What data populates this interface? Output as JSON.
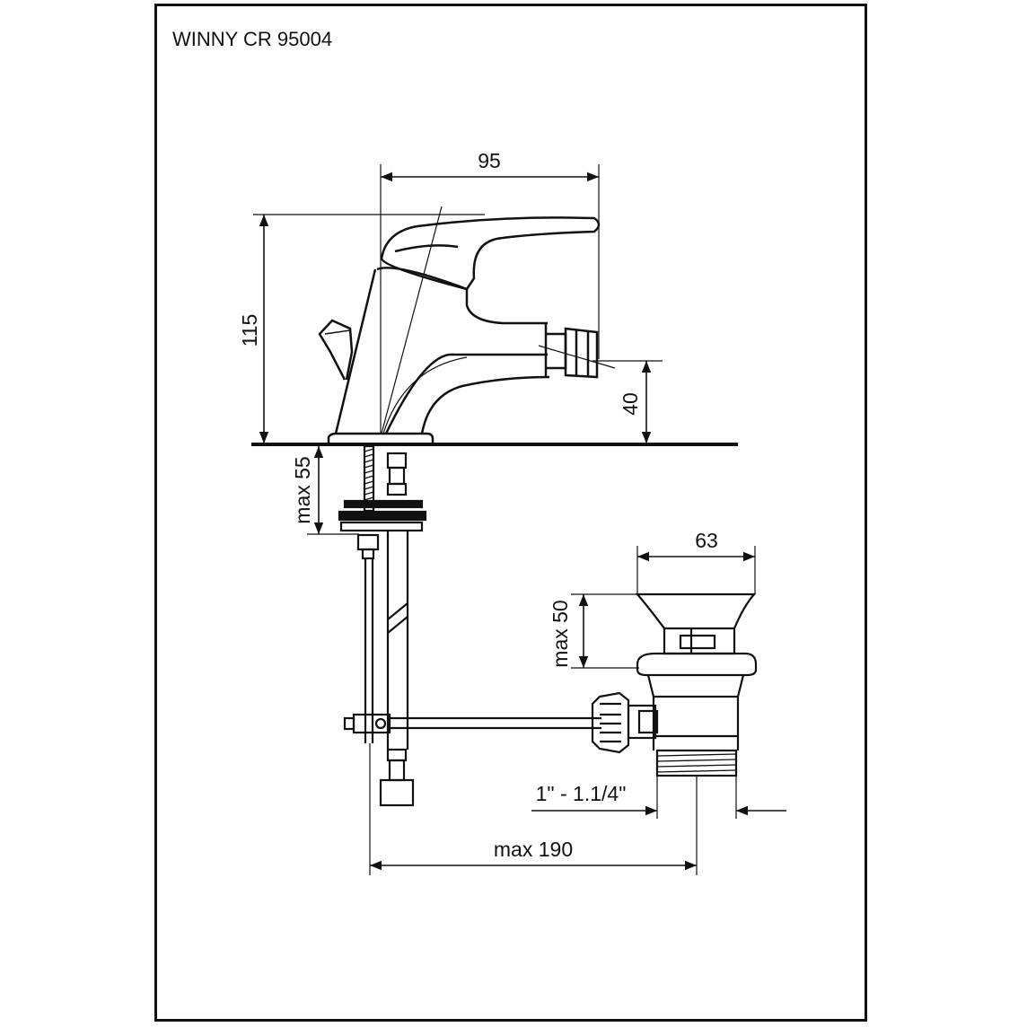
{
  "title": "WINNY CR 95004",
  "dimensions": {
    "width_top": "95",
    "height_total": "115",
    "spout_height": "40",
    "max_thickness": "max 55",
    "drain_width": "63",
    "drain_height": "max 50",
    "thread": "1\" - 1.1/4\"",
    "max_reach": "max 190"
  }
}
